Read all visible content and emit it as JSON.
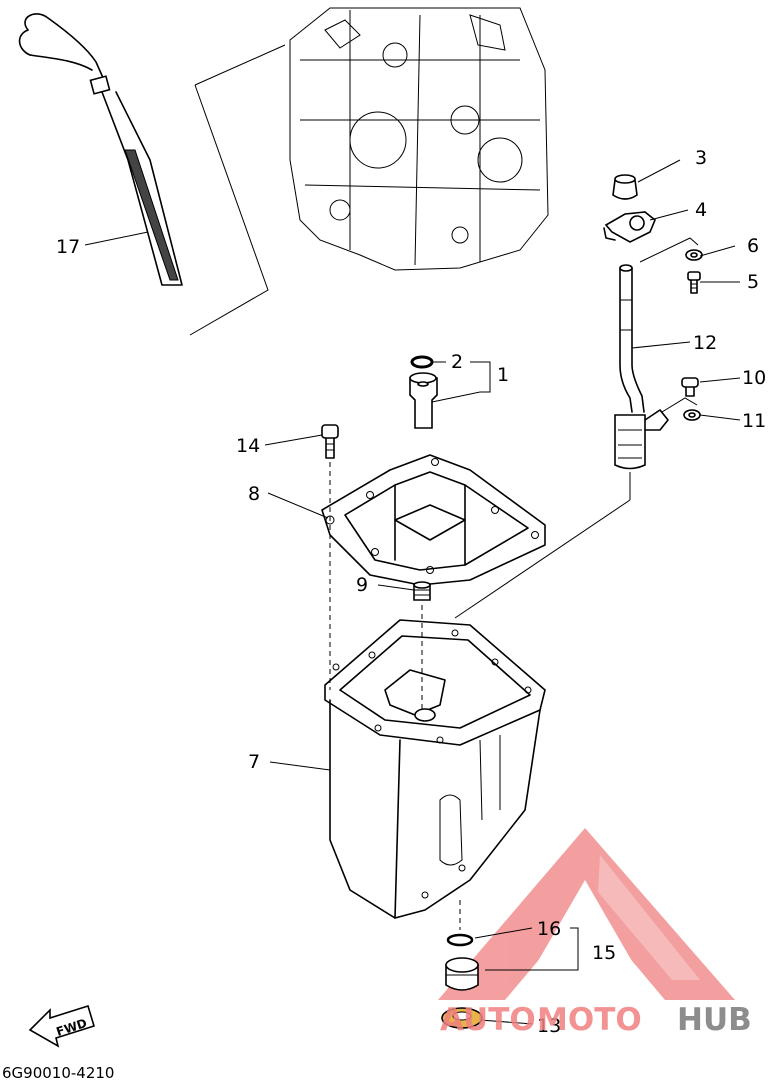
{
  "callouts": {
    "c1": "1",
    "c2": "2",
    "c3": "3",
    "c4": "4",
    "c5": "5",
    "c6": "6",
    "c7": "7",
    "c8": "8",
    "c9": "9",
    "c10": "10",
    "c11": "11",
    "c12": "12",
    "c13": "13",
    "c14": "14",
    "c15": "15",
    "c16": "16",
    "c17": "17"
  },
  "fwd_label": "FWD",
  "drawing_code": "6G90010-4210",
  "watermark": {
    "text_auto": "AUTO",
    "text_moto": "MOTO",
    "text_hub": "HUB",
    "color_red": "#f08080",
    "color_gray": "#7a7a7a"
  }
}
